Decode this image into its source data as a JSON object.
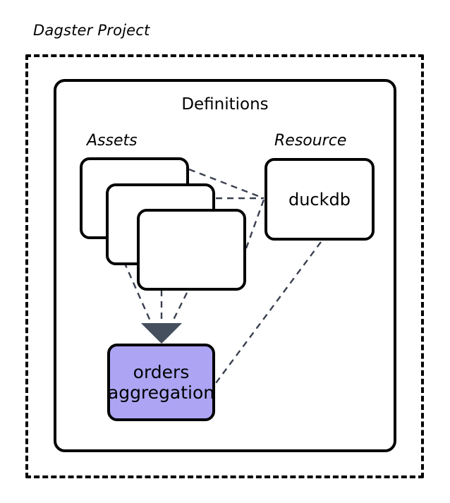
{
  "diagram": {
    "kind": "architecture-diagram",
    "project": {
      "title": "Dagster Project",
      "boundary_style": "dashed"
    },
    "definitions": {
      "title": "Definitions",
      "boundary_style": "solid"
    },
    "groups": {
      "assets_label": "Assets",
      "resource_label": "Resource"
    },
    "assets_stack": {
      "count": 3,
      "cards": [
        {
          "name": "asset-card-back",
          "label": ""
        },
        {
          "name": "asset-card-middle",
          "label": ""
        },
        {
          "name": "asset-card-front",
          "label": ""
        }
      ]
    },
    "resource": {
      "name": "duckdb-node",
      "label": "duckdb"
    },
    "downstream_asset": {
      "name": "orders-aggregation-node",
      "label_line_1": "orders",
      "label_line_2": "aggregation",
      "fill": "#ada5f4"
    },
    "edges": {
      "style": "dashed",
      "color": "#39404f",
      "arrowhead_color": "#454f5e",
      "connections": [
        {
          "from": "asset-card-back",
          "to": "duckdb-node",
          "arrow": false
        },
        {
          "from": "asset-card-middle",
          "to": "duckdb-node",
          "arrow": false
        },
        {
          "from": "asset-card-front",
          "to": "duckdb-node",
          "arrow": false
        },
        {
          "from": "asset-card-back",
          "to": "orders-aggregation-node",
          "arrow": true
        },
        {
          "from": "asset-card-middle",
          "to": "orders-aggregation-node",
          "arrow": true
        },
        {
          "from": "asset-card-front",
          "to": "orders-aggregation-node",
          "arrow": true
        },
        {
          "from": "duckdb-node",
          "to": "orders-aggregation-node",
          "arrow": false
        }
      ]
    },
    "colors": {
      "stroke": "#000000",
      "background": "#ffffff",
      "node_highlight": "#ada5f4",
      "edge": "#39404f"
    }
  }
}
